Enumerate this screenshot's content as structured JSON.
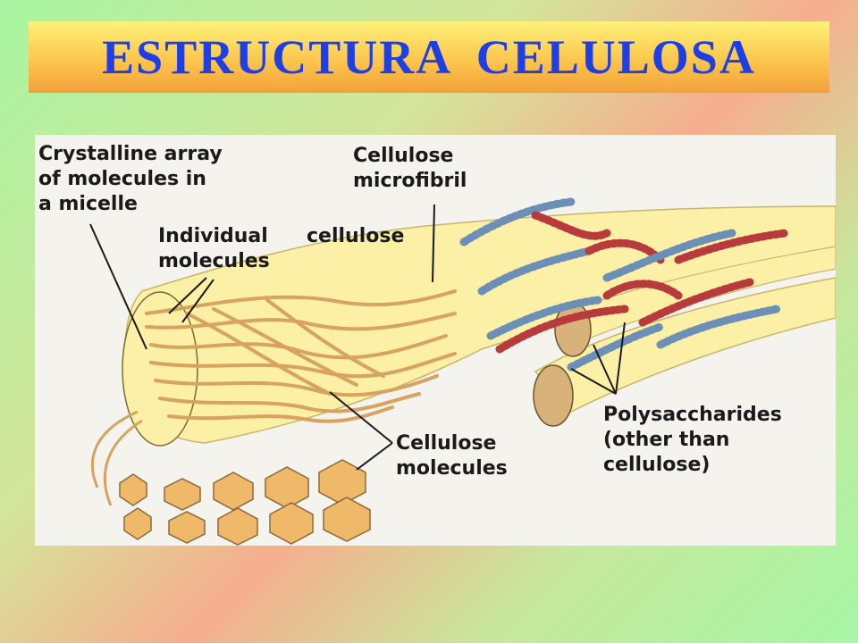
{
  "title": "ESTRUCTURA CELULOSA",
  "labels": {
    "crystalline_1": "Crystalline array",
    "crystalline_2": "of molecules in",
    "crystalline_3": "a micelle",
    "microfibril_1": "Cellulose",
    "microfibril_2": "microfibril",
    "individual_1": "Individual",
    "individual_2": "molecules",
    "cellulose": "cellulose",
    "molecules_1": "Cellulose",
    "molecules_2": "molecules",
    "poly_1": "Polysaccharides",
    "poly_2": "(other than",
    "poly_3": "cellulose)"
  },
  "colors": {
    "title_text": "#1f3fe6",
    "fibril_fill": "#fbf0a6",
    "fibril_strand": "#d8a25f",
    "polysaccharide_red": "#b83a3a",
    "polysaccharide_blue": "#6c8fb8",
    "hexagon_fill": "#f0b869"
  }
}
